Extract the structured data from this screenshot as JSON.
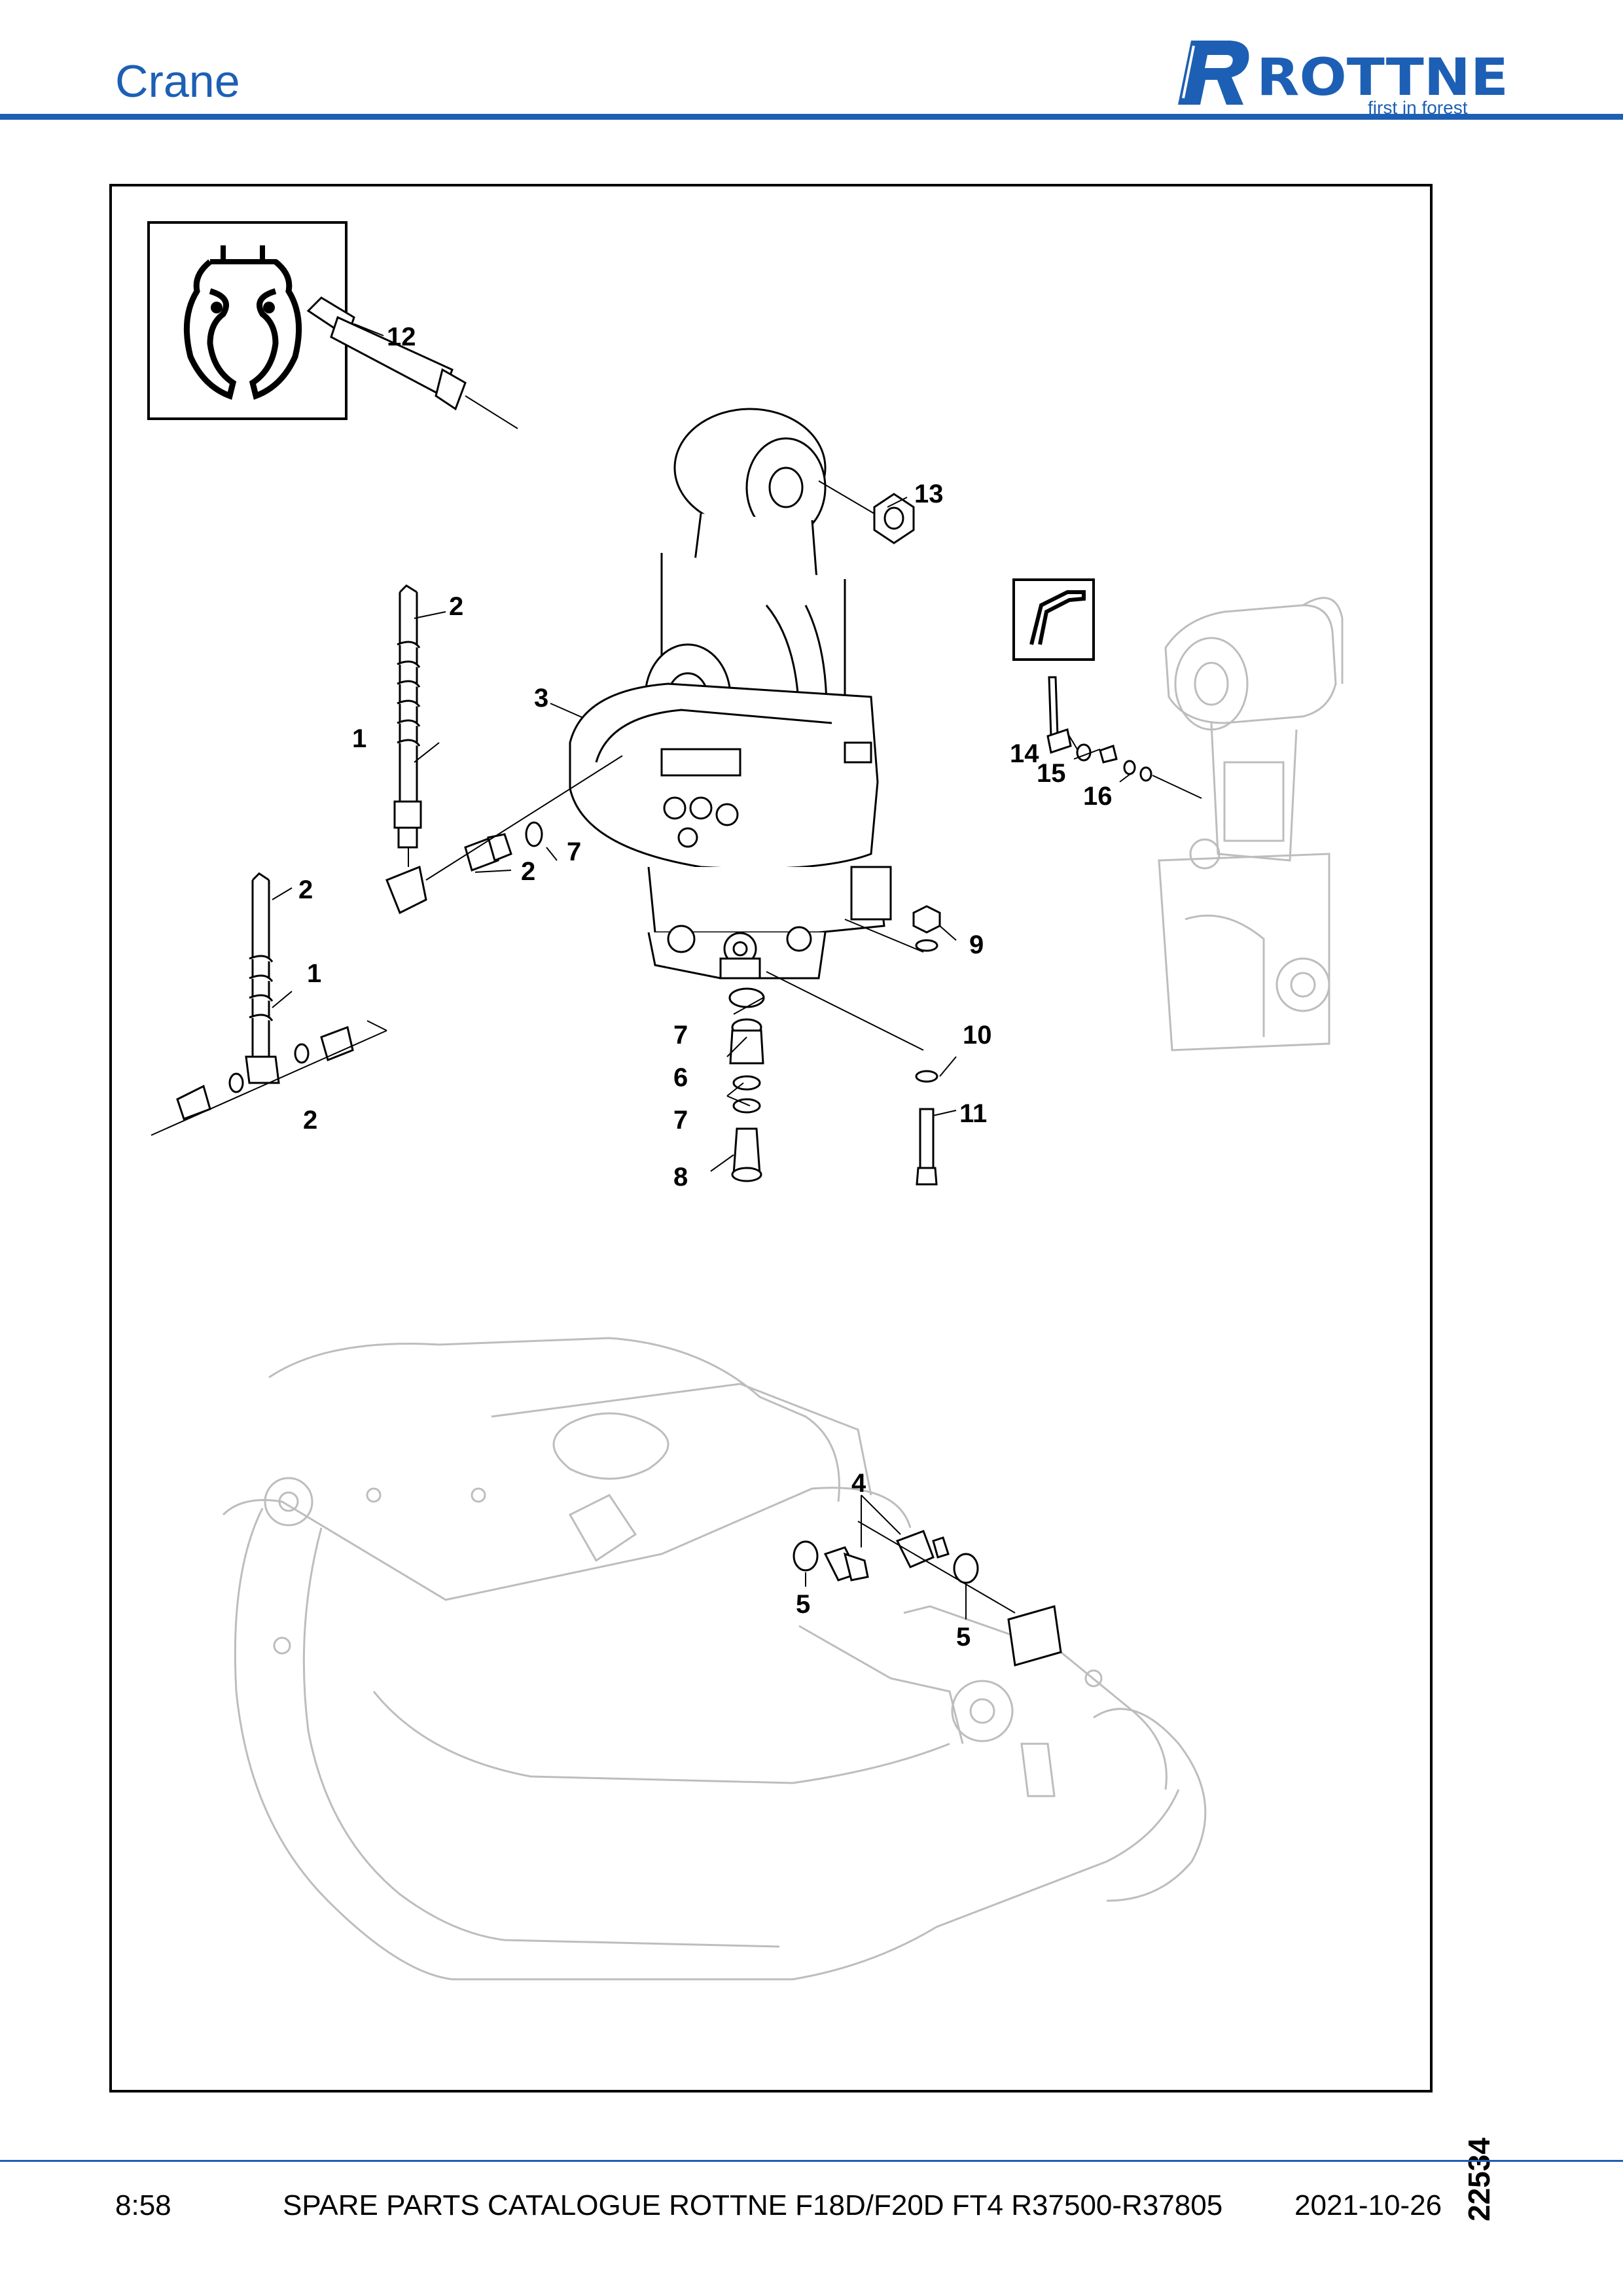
{
  "header": {
    "section_title": "Crane",
    "brand_name": "ROTTNE",
    "brand_tagline": "first in forest",
    "brand_color": "#1d5fb4"
  },
  "diagram": {
    "drawing_number": "22534",
    "callouts": [
      {
        "label": "12"
      },
      {
        "label": "13"
      },
      {
        "label": "2"
      },
      {
        "label": "3"
      },
      {
        "label": "1"
      },
      {
        "label": "7"
      },
      {
        "label": "2"
      },
      {
        "label": "2"
      },
      {
        "label": "1"
      },
      {
        "label": "2"
      },
      {
        "label": "9"
      },
      {
        "label": "10"
      },
      {
        "label": "7"
      },
      {
        "label": "6"
      },
      {
        "label": "7"
      },
      {
        "label": "8"
      },
      {
        "label": "11"
      },
      {
        "label": "14"
      },
      {
        "label": "15"
      },
      {
        "label": "16"
      },
      {
        "label": "4"
      },
      {
        "label": "5"
      },
      {
        "label": "5"
      }
    ],
    "icons": [
      "grapple-icon",
      "crane-arm-icon"
    ]
  },
  "footer": {
    "page": "8:58",
    "title": "SPARE PARTS CATALOGUE ROTTNE F18D/F20D FT4 R37500-R37805",
    "date": "2021-10-26"
  }
}
